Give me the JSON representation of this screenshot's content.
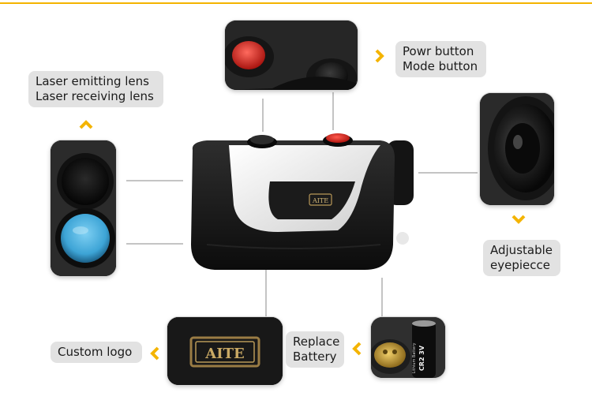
{
  "labels": {
    "laser": [
      "Laser emitting lens",
      "Laser receiving lens"
    ],
    "buttons": [
      "Powr button",
      "Mode button"
    ],
    "eyepiece": [
      "Adjustable",
      "eyepiecce"
    ],
    "battery": [
      "Replace",
      "Battery"
    ],
    "logo": "Custom logo"
  },
  "brand": {
    "body_logo": "AITE",
    "logo_closeup": "AITE"
  },
  "battery": {
    "model": "CR2 3V",
    "type": "Lithium Battery"
  },
  "colors": {
    "accent": "#f4b400",
    "label_bg": "#e2e2e2",
    "power_button": "#e8302a",
    "lens_blue": "#3da4d6"
  }
}
